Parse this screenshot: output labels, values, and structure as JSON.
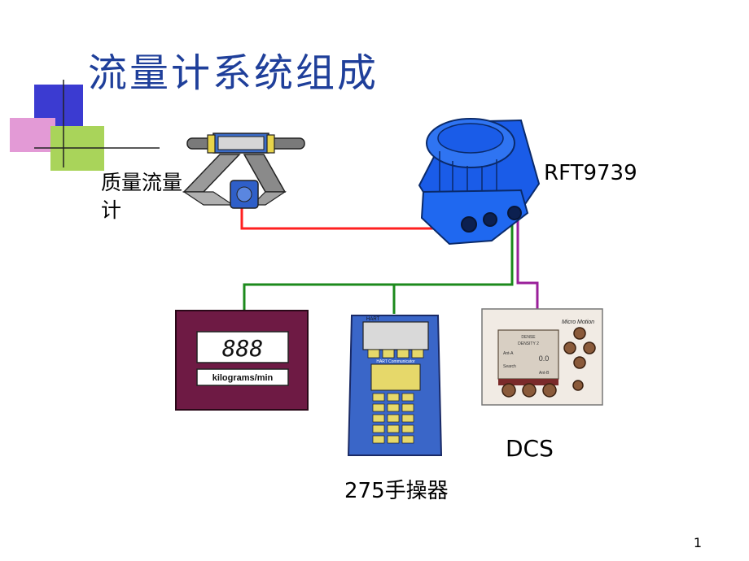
{
  "slide": {
    "title": "流量计系统组成",
    "page_number": "1"
  },
  "labels": {
    "mass_flowmeter": "质量流量计",
    "transmitter": "RFT9739",
    "dcs": "DCS",
    "hart_communicator": "275手操器"
  },
  "display_panel": {
    "readout": "888",
    "unit": "kilograms/min"
  },
  "communicator": {
    "brand": "HART",
    "model": "HART Communicator"
  },
  "dcs_panel": {
    "brand": "Micro Motion",
    "screen_top": "DENSE",
    "screen_mid": "DENSITY 2",
    "screen_left1": "Ant-A",
    "screen_left2": "Search",
    "screen_value": "0.0",
    "screen_btm": "Ant-B"
  },
  "colors": {
    "title": "#1f3f9a",
    "wire_red": "#ff2020",
    "wire_green": "#1c8a1c",
    "wire_purple": "#9a1f9a",
    "transmitter_blue": "#1a5ce8",
    "panel_maroon": "#6e1a44",
    "communicator_blue": "#3a66c8"
  }
}
